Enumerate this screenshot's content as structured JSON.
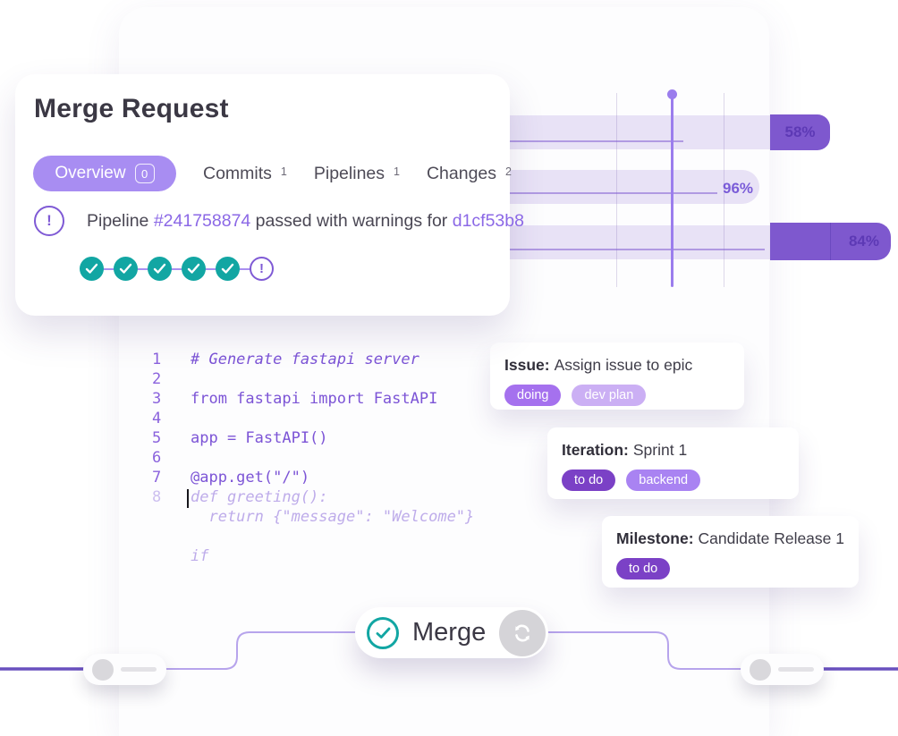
{
  "merge_request": {
    "title": "Merge Request",
    "tabs": [
      {
        "label": "Overview",
        "count": "0",
        "active": true
      },
      {
        "label": "Commits",
        "count": "1",
        "active": false
      },
      {
        "label": "Pipelines",
        "count": "1",
        "active": false
      },
      {
        "label": "Changes",
        "count": "2",
        "active": false
      }
    ],
    "status": {
      "text_before": "Pipeline ",
      "pipeline_link": "#241758874",
      "text_middle": " passed with warnings for ",
      "commit_link": "d1cf53b8"
    },
    "stages": {
      "passed_count": 5,
      "warning_count": 1,
      "warning_glyph": "!"
    }
  },
  "chart_data": {
    "type": "bar",
    "subtype": "horizontal-gantt-progress",
    "rows": [
      {
        "name": "row-1",
        "value": 58,
        "label": "58%",
        "overflow_segment": true
      },
      {
        "name": "row-2",
        "value": 96,
        "label": "96%",
        "overflow_segment": false
      },
      {
        "name": "row-3",
        "value": 84,
        "label": "84%",
        "overflow_segment": true
      }
    ],
    "marker": "current-date-line",
    "grid": "vertical-lines"
  },
  "code": {
    "lines": [
      {
        "num": "1",
        "text": "# Generate fastapi server"
      },
      {
        "num": "2",
        "text": ""
      },
      {
        "num": "3",
        "text": "from fastapi import FastAPI"
      },
      {
        "num": "4",
        "text": ""
      },
      {
        "num": "5",
        "text": "app = FastAPI()"
      },
      {
        "num": "6",
        "text": ""
      },
      {
        "num": "7",
        "text": "@app.get(\"/\")"
      },
      {
        "num": "8",
        "text": "def greeting():"
      },
      {
        "num": "",
        "text": "  return {\"message\": \"Welcome\"}"
      },
      {
        "num": "",
        "text": ""
      },
      {
        "num": "",
        "text": "if"
      }
    ]
  },
  "issue_cards": [
    {
      "label": "Issue:",
      "title": "Assign issue to epic",
      "badges": [
        {
          "text": "doing"
        },
        {
          "text": "dev plan"
        }
      ]
    },
    {
      "label": "Iteration:",
      "title": "Sprint 1",
      "badges": [
        {
          "text": "to do"
        },
        {
          "text": "backend"
        }
      ]
    },
    {
      "label": "Milestone:",
      "title": "Candidate Release 1",
      "badges": [
        {
          "text": "to do"
        }
      ]
    }
  ],
  "merge_action": {
    "label": "Merge"
  },
  "colors": {
    "accent_purple": "#a88df2",
    "bar_dark_purple": "#7e58ce",
    "bar_track_purple": "#e9e1f7",
    "link_purple": "#8b68e6",
    "teal": "#12a6a3",
    "badge_dark": "#7b41c6",
    "badge_medium": "#a571ee",
    "badge_light": "#cbaff4",
    "text_dark": "#3b3844"
  }
}
